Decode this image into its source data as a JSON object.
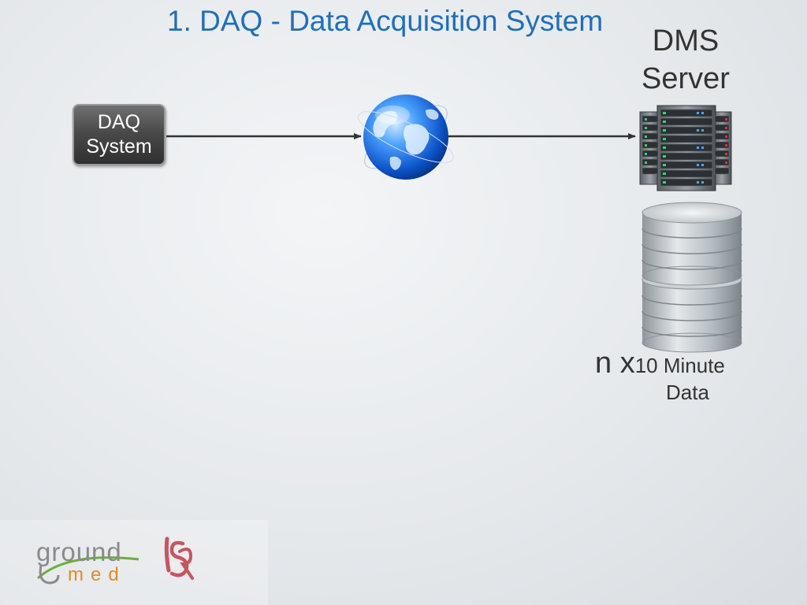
{
  "slide": {
    "title": "1. DAQ - Data Acquisition System"
  },
  "nodes": {
    "daq_system": {
      "line1": "DAQ",
      "line2": "System"
    },
    "dms_server": {
      "line1": "DMS",
      "line2": "Server"
    },
    "storage": {
      "prefix": "n x",
      "line1": "10 Minute",
      "line2": "Data"
    }
  },
  "icons": {
    "network": "globe-icon",
    "server": "server-rack-icon",
    "database": "database-icon"
  },
  "logos": {
    "groundmed": {
      "part1": "ground",
      "part2": "med"
    },
    "isr": "ISR"
  },
  "colors": {
    "title": "#1f6fba",
    "arrow": "#333333",
    "globe": "#1e73e8",
    "groundmed_orange": "#e08a2a",
    "isr_red": "#b01e2a"
  }
}
